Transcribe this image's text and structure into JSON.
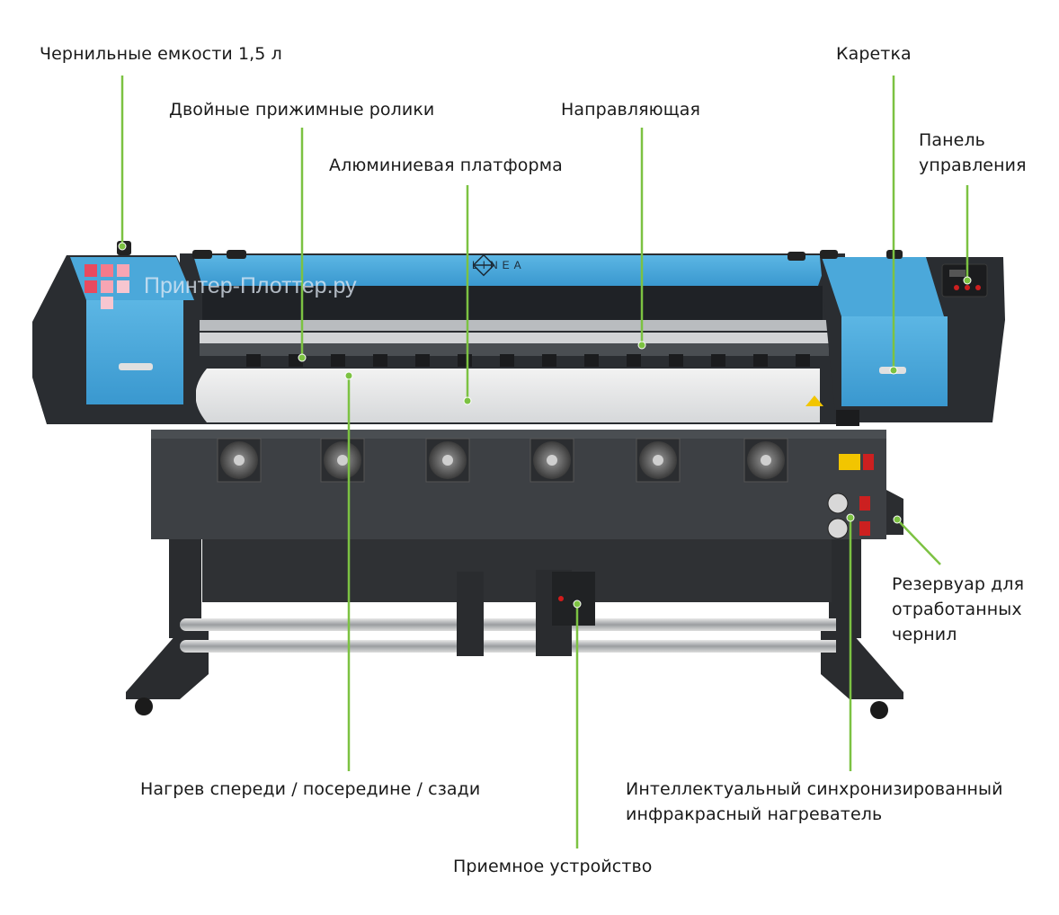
{
  "diagram": {
    "brand": "LINEA",
    "watermark": "Принтер-Плоттер.ру",
    "callout_color": "#7cc242",
    "labels": {
      "ink_tanks": "Чернильные емкости 1,5 л",
      "pinch_rollers": "Двойные прижимные ролики",
      "guide_rail": "Направляющая",
      "carriage": "Каретка",
      "control_panel": [
        "Панель",
        "управления"
      ],
      "platform": "Алюминиевая платформа",
      "waste_tank": [
        "Резервуар для",
        "отработанных",
        "чернил"
      ],
      "heating": "Нагрев спереди / посередине / сзади",
      "ir_heater": [
        "Интеллектуальный синхронизированный",
        "инфракрасный нагреватель"
      ],
      "take_up": "Приемное устройство"
    }
  }
}
